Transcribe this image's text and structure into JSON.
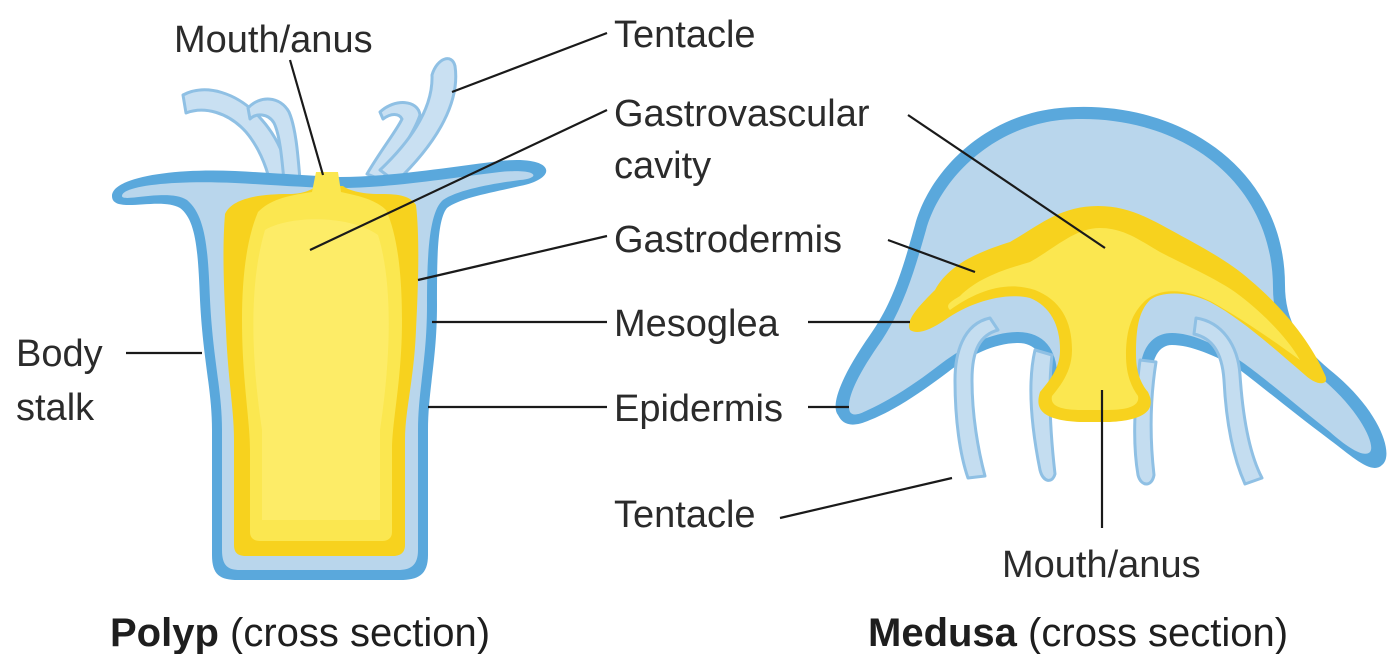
{
  "colors": {
    "epidermis": "#5aa8dc",
    "mesoglea": "#b9d6ec",
    "gastrodermis": "#f7d21e",
    "cavity": "#fbe750",
    "tentacle_fill": "#c4ddf0",
    "leader_line": "#1a1a1a"
  },
  "labels": {
    "mouth_anus_top": "Mouth/anus",
    "tentacle_top": "Tentacle",
    "gastrovascular_line1": "Gastrovascular",
    "gastrovascular_line2": "cavity",
    "gastrodermis": "Gastrodermis",
    "mesoglea": "Mesoglea",
    "epidermis": "Epidermis",
    "body_line1": "Body",
    "body_line2": "stalk",
    "tentacle_bottom": "Tentacle",
    "mouth_anus_bottom": "Mouth/anus"
  },
  "captions": {
    "polyp_bold": "Polyp",
    "polyp_rest": " (cross section)",
    "medusa_bold": "Medusa",
    "medusa_rest": " (cross section)"
  }
}
